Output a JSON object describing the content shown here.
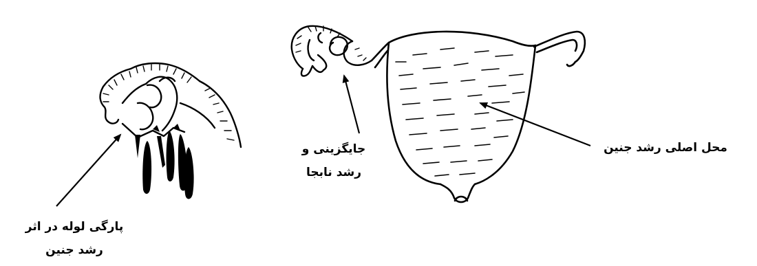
{
  "labels": {
    "rupture": [
      "پارگی لوله در اثر",
      "رشد جنین"
    ],
    "ectopic": [
      "جایگزینی و",
      "رشد نابجا"
    ],
    "main": "محل اصلی رشد جنین"
  },
  "colors": {
    "ink": "#000000",
    "background": "#ffffff"
  }
}
